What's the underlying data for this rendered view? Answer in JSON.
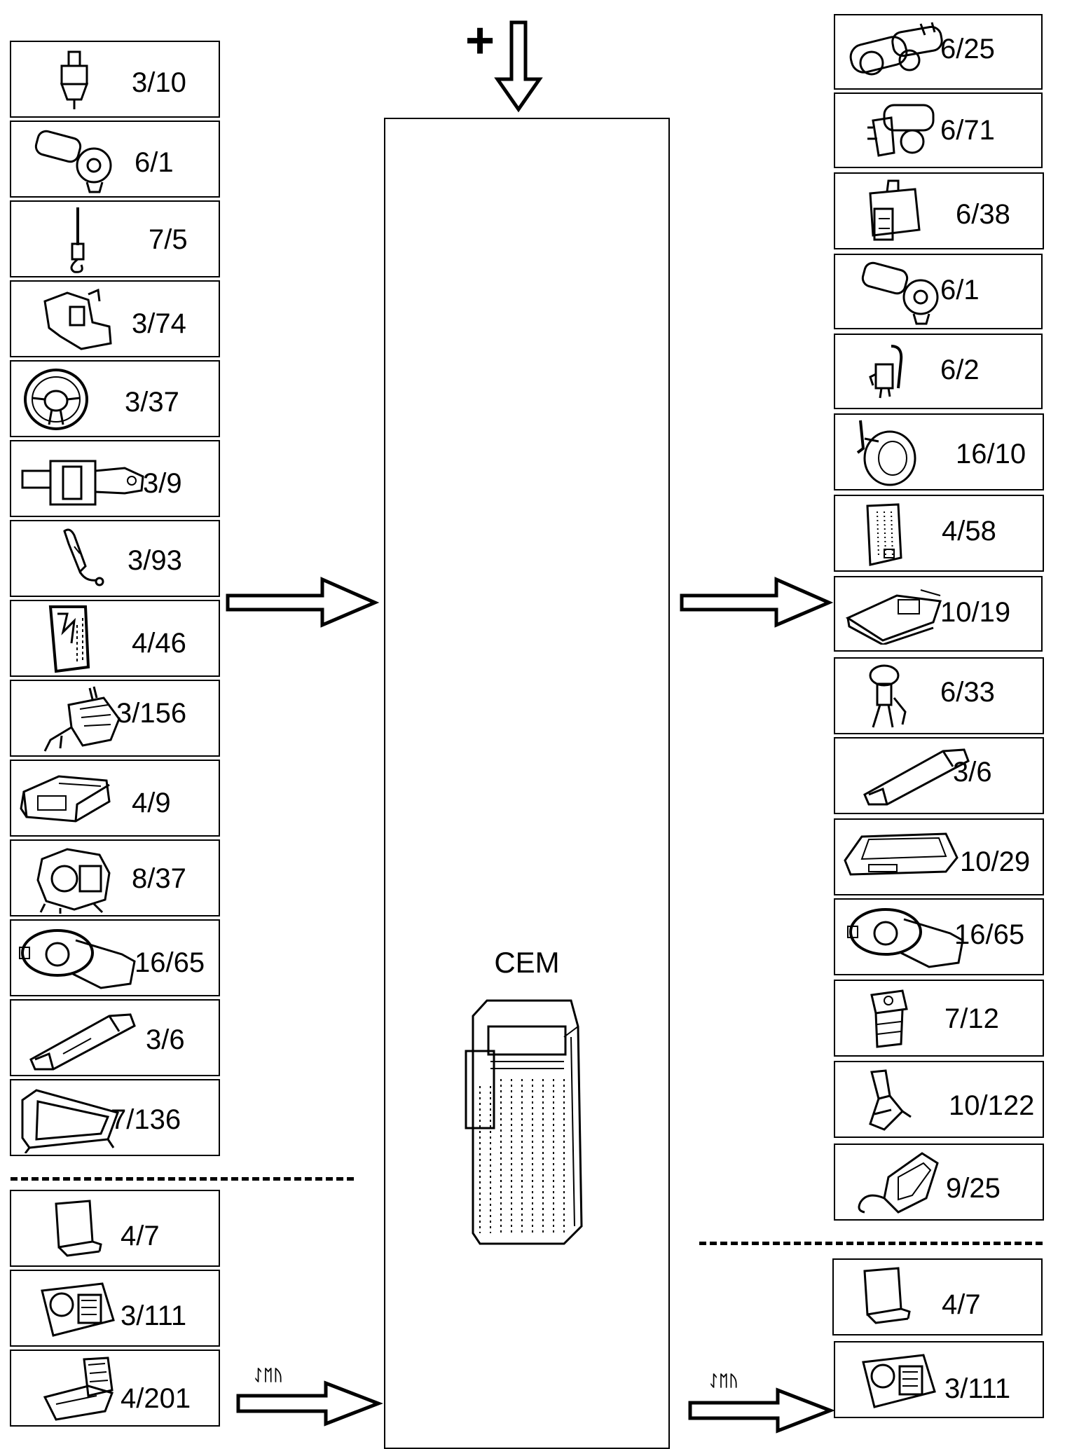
{
  "diagram": {
    "center": {
      "label": "CEM"
    },
    "supply": {
      "symbol": "+"
    },
    "left_inputs": [
      {
        "code": "3/10",
        "icon": "pressure-switch-icon"
      },
      {
        "code": "6/1",
        "icon": "wiper-motor-icon"
      },
      {
        "code": "7/5",
        "icon": "sensor-probe-icon"
      },
      {
        "code": "3/74",
        "icon": "bracket-switch-icon"
      },
      {
        "code": "3/37",
        "icon": "steering-wheel-icon"
      },
      {
        "code": "3/9",
        "icon": "stalk-switch-icon"
      },
      {
        "code": "3/93",
        "icon": "seatbelt-buckle-icon"
      },
      {
        "code": "4/46",
        "icon": "control-module-icon"
      },
      {
        "code": "3/156",
        "icon": "lock-actuator-icon"
      },
      {
        "code": "4/9",
        "icon": "module-box-icon"
      },
      {
        "code": "8/37",
        "icon": "heater-unit-icon"
      },
      {
        "code": "16/65",
        "icon": "ignition-lock-icon"
      },
      {
        "code": "3/6",
        "icon": "door-switch-icon"
      },
      {
        "code": "7/136",
        "icon": "display-panel-icon"
      }
    ],
    "left_network": [
      {
        "code": "4/7",
        "icon": "relay-module-icon"
      },
      {
        "code": "3/111",
        "icon": "light-switch-icon"
      },
      {
        "code": "4/201",
        "icon": "seat-module-icon"
      }
    ],
    "right_outputs": [
      {
        "code": "6/25",
        "icon": "double-motor-icon"
      },
      {
        "code": "6/71",
        "icon": "pump-motor-icon"
      },
      {
        "code": "6/38",
        "icon": "washer-reservoir-icon"
      },
      {
        "code": "6/1",
        "icon": "wiper-motor-icon"
      },
      {
        "code": "6/2",
        "icon": "washer-pump-icon"
      },
      {
        "code": "16/10",
        "icon": "horn-icon"
      },
      {
        "code": "4/58",
        "icon": "relay-board-icon"
      },
      {
        "code": "10/19",
        "icon": "interior-lamp-icon"
      },
      {
        "code": "6/33",
        "icon": "fuel-pump-icon"
      },
      {
        "code": "3/6",
        "icon": "door-switch-icon"
      },
      {
        "code": "10/29",
        "icon": "roof-console-icon"
      },
      {
        "code": "16/65",
        "icon": "ignition-lock-icon"
      },
      {
        "code": "7/12",
        "icon": "fuel-sender-icon"
      },
      {
        "code": "10/122",
        "icon": "lamp-holder-icon"
      },
      {
        "code": "9/25",
        "icon": "cable-connector-icon"
      }
    ],
    "right_network": [
      {
        "code": "4/7",
        "icon": "relay-module-icon"
      },
      {
        "code": "3/111",
        "icon": "light-switch-icon"
      }
    ],
    "arrow_tags": {
      "left_bus": "ᛇᛖᚢ",
      "right_bus": "ᛇᛖᚢ"
    }
  }
}
